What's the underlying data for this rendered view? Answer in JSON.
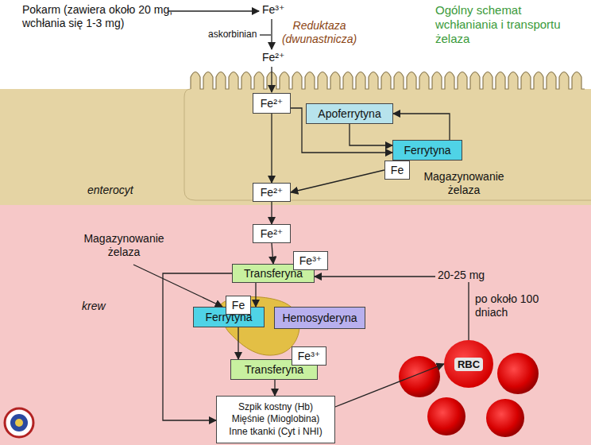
{
  "diagram": {
    "title": "Ogólny schemat wchłaniania i transportu żelaza",
    "nodes": [
      {
        "text": [
          "enterocyt"
        ]
      },
      {
        "text": [
          "Fe²⁺"
        ],
        "in": 0
      },
      {
        "text": [
          "Apoferrytyna"
        ],
        "in": 0
      },
      {
        "text": [
          "Ferrytyna"
        ],
        "in": 0
      },
      {
        "text": [
          "Fe"
        ],
        "in": 0
      },
      {
        "text": [
          "Fe²⁺"
        ],
        "in": 0
      },
      {
        "text": [
          "krew"
        ]
      },
      {
        "text": [
          "Fe²⁺"
        ],
        "in": 6
      },
      {
        "text": [
          "Transferyna"
        ],
        "in": 6
      },
      {
        "text": [
          "Fe³⁺"
        ],
        "in": 6
      },
      {
        "text": [
          "Fe"
        ],
        "in": 6
      },
      {
        "text": [
          "Ferrytyna"
        ],
        "in": 6
      },
      {
        "text": [
          "Hemosyderyna"
        ],
        "in": 6
      },
      {
        "text": [
          "Fe³⁺"
        ],
        "in": 6
      },
      {
        "text": [
          "Transferyna"
        ],
        "in": 6
      },
      {
        "text": [
          "Szpik kostny (Hb)",
          "Mięśnie (Mioglobina)",
          "Inne tkanki (Cyt i NHI)"
        ],
        "in": 6
      },
      {
        "text": [
          "RBC"
        ],
        "in": 6
      }
    ],
    "edges": [
      {
        "from": 1,
        "to": 5,
        "arrow": "to"
      },
      {
        "from": 1,
        "to": 3,
        "arrow": "to"
      },
      {
        "from": 2,
        "to": 3,
        "arrow": "to"
      },
      {
        "from": 3,
        "to": 2,
        "arrow": "to"
      },
      {
        "from": 4,
        "to": 5,
        "arrow": "to"
      },
      {
        "from": 5,
        "to": 7,
        "arrow": "to"
      },
      {
        "from": 7,
        "to": 8,
        "arrow": "to"
      },
      {
        "from": 8,
        "to": 15,
        "arrow": "to"
      },
      {
        "from": 8,
        "to": 11,
        "arrow": "to"
      },
      {
        "from": 11,
        "to": 14,
        "arrow": "to"
      },
      {
        "from": 14,
        "to": 15,
        "arrow": "to"
      },
      {
        "from": 15,
        "to": 16,
        "arrow": "to"
      },
      {
        "from": 16,
        "to": 8,
        "label": "20-25 mg",
        "arrow": "to"
      }
    ],
    "labels": [
      "Pokarm (zawiera około 20 mg, wchłania się 1-3 mg)",
      "Fe³⁺",
      "askorbinian",
      "Reduktaza (dwunastnicza)",
      "Fe²⁺",
      "Magazynowanie żelaza",
      "Magazynowanie żelaza",
      "po około 100 dniach"
    ]
  }
}
